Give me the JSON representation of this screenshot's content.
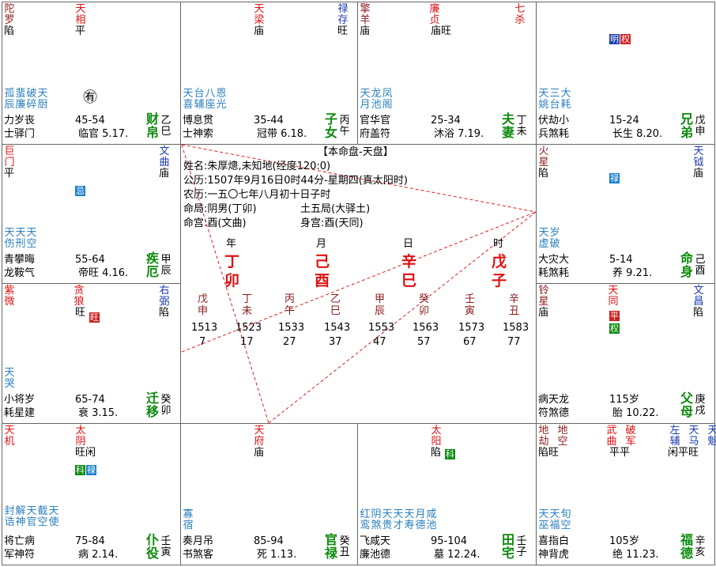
{
  "palaces": [
    {
      "id": "cai",
      "stars_top": [
        {
          "t": "陀罗",
          "c": "maroon"
        },
        {
          "t": "天相",
          "c": "red"
        }
      ],
      "brightness": [
        "陷",
        "平"
      ],
      "minor": [
        "孤",
        "辰",
        "蜚",
        "廉",
        "破",
        "碎",
        "天",
        "厨"
      ],
      "row1": "力岁丧",
      "row2": "士驿门",
      "range": "45-54",
      "stage": "临官",
      "date": "5.17.",
      "name": [
        "财",
        "帛"
      ],
      "gz": [
        "乙",
        "巳"
      ],
      "symbol": "㊒"
    },
    {
      "id": "zi",
      "stars_top": [
        {
          "t": "天梁",
          "c": "red"
        },
        {
          "t": "禄存",
          "c": "blue"
        }
      ],
      "brightness": [
        "庙",
        "旺"
      ],
      "minor": [
        "天",
        "喜",
        "台",
        "辅",
        "八",
        "座",
        "恩",
        "光"
      ],
      "row1": "博息贯",
      "row2": "士神索",
      "range": "35-44",
      "stage": "冠带",
      "date": "6.18.",
      "name": [
        "子",
        "女"
      ],
      "gz": [
        "丙",
        "午"
      ]
    },
    {
      "id": "fu",
      "stars_top": [
        {
          "t": "擎羊",
          "c": "maroon"
        },
        {
          "t": "廉贞",
          "c": "red"
        },
        {
          "t": "七杀",
          "c": "red"
        }
      ],
      "brightness": [
        "庙",
        "庙旺"
      ],
      "minor": [
        "天",
        "月",
        "龙",
        "池",
        "凤",
        "阁"
      ],
      "row1": "官华官",
      "row2": "府盖符",
      "range": "25-34",
      "stage": "沐浴",
      "date": "7.19.",
      "name": [
        "夫",
        "妻"
      ],
      "gz": [
        "丁",
        "未"
      ]
    },
    {
      "id": "xiong",
      "stars_top": [],
      "brightness": [],
      "badges": [
        "明",
        "权"
      ],
      "minor": [
        "天",
        "姚",
        "三",
        "台",
        "大",
        "耗"
      ],
      "row1": "伏劫小",
      "row2": "兵煞耗",
      "range": "15-24",
      "stage": "长生",
      "date": "8.20.",
      "name": [
        "兄",
        "弟"
      ],
      "gz": [
        "戊",
        "申"
      ]
    },
    {
      "id": "ji",
      "stars_top": [
        {
          "t": "巨门",
          "c": "red"
        },
        {
          "t": "文曲",
          "c": "blue"
        }
      ],
      "brightness": [
        "平",
        "庙"
      ],
      "badges": [
        "忌"
      ],
      "minor": [
        "天",
        "伤",
        "天",
        "刑",
        "天",
        "空"
      ],
      "row1": "青攀晦",
      "row2": "龙鞍气",
      "range": "55-64",
      "stage": "帝旺",
      "date": "4.16.",
      "name": [
        "疾",
        "厄"
      ],
      "gz": [
        "甲",
        "辰"
      ]
    },
    {
      "id": "ming",
      "stars_top": [
        {
          "t": "火星",
          "c": "maroon"
        },
        {
          "t": "天钺",
          "c": "blue"
        }
      ],
      "brightness": [
        "陷",
        "庙"
      ],
      "badges": [
        "禄"
      ],
      "minor": [
        "天",
        "虚",
        "岁",
        "破"
      ],
      "row1": "大灾大",
      "row2": "耗煞耗",
      "range": "5-14",
      "stage": "养",
      "date": "9.21.",
      "name": [
        "命",
        "身"
      ],
      "gz": [
        "己",
        "酉"
      ]
    },
    {
      "id": "qian",
      "stars_top": [
        {
          "t": "紫微",
          "c": "red"
        },
        {
          "t": "贪狼",
          "c": "red"
        },
        {
          "t": "右弼",
          "c": "blue"
        }
      ],
      "brightness": [
        "旺",
        "陷"
      ],
      "badges": [
        "旺"
      ],
      "minor": [
        "天",
        "哭"
      ],
      "row1": "小将岁",
      "row2": "耗星建",
      "range": "65-74",
      "stage": "衰",
      "date": "3.15.",
      "name": [
        "迁",
        "移"
      ],
      "gz": [
        "癸",
        "卯"
      ]
    },
    {
      "id": "fumu",
      "stars_top": [
        {
          "t": "铃星",
          "c": "maroon"
        },
        {
          "t": "天同",
          "c": "red"
        },
        {
          "t": "文昌",
          "c": "blue"
        }
      ],
      "brightness": [
        "庙",
        "陷"
      ],
      "badges": [
        "平",
        "权"
      ],
      "minor": [],
      "row1": "病天龙",
      "row2": "符煞德",
      "range": "115岁",
      "stage": "胎",
      "date": "10.22.",
      "name": [
        "父",
        "母"
      ],
      "gz": [
        "庚",
        "戌"
      ]
    },
    {
      "id": "pu",
      "stars_top": [
        {
          "t": "天机",
          "c": "red"
        },
        {
          "t": "太阴",
          "c": "red"
        }
      ],
      "brightness": [
        "旺闲"
      ],
      "badges": [
        "科",
        "禄"
      ],
      "minor": [
        "封",
        "诰",
        "解",
        "神",
        "天",
        "官",
        "截",
        "空",
        "天",
        "使"
      ],
      "row1": "将亡病",
      "row2": "军神符",
      "range": "75-84",
      "stage": "病",
      "date": "2.14.",
      "name": [
        "仆",
        "役"
      ],
      "gz": [
        "壬",
        "寅"
      ]
    },
    {
      "id": "guan",
      "stars_top": [
        {
          "t": "天府",
          "c": "red"
        }
      ],
      "brightness": [
        "庙"
      ],
      "minor": [
        "寡",
        "宿"
      ],
      "row1": "奏月吊",
      "row2": "书煞客",
      "range": "85-94",
      "stage": "死",
      "date": "1.13.",
      "name": [
        "官",
        "禄"
      ],
      "gz": [
        "癸",
        "丑"
      ]
    },
    {
      "id": "tian",
      "stars_top": [
        {
          "t": "太阳",
          "c": "red"
        }
      ],
      "brightness": [
        "陷"
      ],
      "badges": [
        "科"
      ],
      "minor": [
        "红",
        "鸾",
        "阴",
        "煞",
        "天",
        "贵",
        "天",
        "才",
        "天",
        "寿",
        "月",
        "德",
        "咸",
        "池"
      ],
      "row1": "飞咸天",
      "row2": "廉池德",
      "range": "95-104",
      "stage": "墓",
      "date": "12.24.",
      "name": [
        "田",
        "宅"
      ],
      "gz": [
        "壬",
        "子"
      ]
    },
    {
      "id": "fude",
      "stars_top": [
        {
          "t": "地劫",
          "c": "maroon"
        },
        {
          "t": "地空",
          "c": "maroon"
        },
        {
          "t": "武曲",
          "c": "red"
        },
        {
          "t": "破军",
          "c": "red"
        },
        {
          "t": "左辅",
          "c": "blue"
        },
        {
          "t": "天马",
          "c": "blue"
        },
        {
          "t": "天魁",
          "c": "blue"
        }
      ],
      "brightness": [
        "陷旺",
        "平平",
        "闲平旺"
      ],
      "minor": [
        "天",
        "巫",
        "天",
        "福",
        "旬",
        "空"
      ],
      "row1": "喜指白",
      "row2": "神背虎",
      "range": "105岁",
      "stage": "绝",
      "date": "11.23.",
      "name": [
        "福",
        "德"
      ],
      "gz": [
        "辛",
        "亥"
      ]
    }
  ],
  "center": {
    "title": "【本命盘-天盘】",
    "line1": "姓名:朱厚熜,未知地(经度120:0)",
    "line2": "公历:1507年9月16日0时44分-星期四(真太阳时)",
    "line3": "农历:一五〇七年八月初十日子时",
    "line4a": "命局:阴男(丁卯)",
    "line4b": "土五局(大驿土)",
    "line5a": "命宫:酉(文曲)",
    "line5b": "身宫:酉(天同)",
    "pillar_labels": [
      "年",
      "月",
      "日",
      "时"
    ],
    "pillars": [
      [
        "丁",
        "卯"
      ],
      [
        "己",
        "酉"
      ],
      [
        "辛",
        "巳"
      ],
      [
        "戊",
        "子"
      ]
    ],
    "dayun": [
      [
        "戊",
        "申"
      ],
      [
        "丁",
        "未"
      ],
      [
        "丙",
        "午"
      ],
      [
        "乙",
        "巳"
      ],
      [
        "甲",
        "辰"
      ],
      [
        "癸",
        "卯"
      ],
      [
        "壬",
        "寅"
      ],
      [
        "辛",
        "丑"
      ]
    ],
    "years": [
      "1513",
      "1523",
      "1533",
      "1543",
      "1553",
      "1563",
      "1573",
      "1583"
    ],
    "ages": [
      "7",
      "17",
      "27",
      "37",
      "47",
      "57",
      "67",
      "77"
    ]
  }
}
